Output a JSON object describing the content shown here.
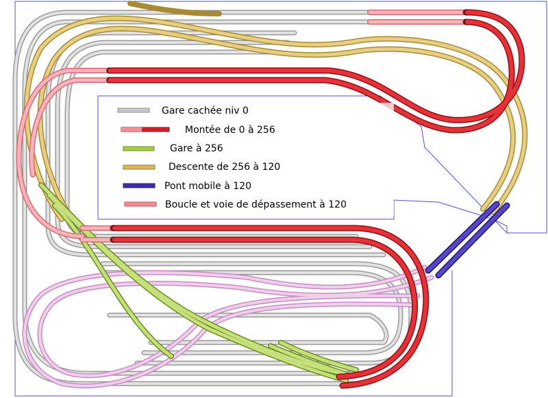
{
  "legend": {
    "items": [
      {
        "label": "Gare cachée niv 0",
        "color": "#c9c9c9",
        "tie": "#8e8e8e"
      },
      {
        "label": "Montée de 0 à 256",
        "color": "#d32026",
        "tie": "#8f1015"
      },
      {
        "label": "Gare à 256",
        "color": "#a9cc45",
        "tie": "#6d8c20"
      },
      {
        "label": "Descente de 256 à 120",
        "color": "#d9b85a",
        "tie": "#9a7e30"
      },
      {
        "label": "Pont mobile à 120",
        "color": "#3f2ea6",
        "tie": "#1f1570"
      },
      {
        "label": "Boucle et voie de dépassement à 120",
        "color": "#ef8e96",
        "tie": "#c45560"
      }
    ]
  },
  "colors": {
    "frame": "#4b4fcf",
    "loop_lower": "#e6b3e0"
  }
}
